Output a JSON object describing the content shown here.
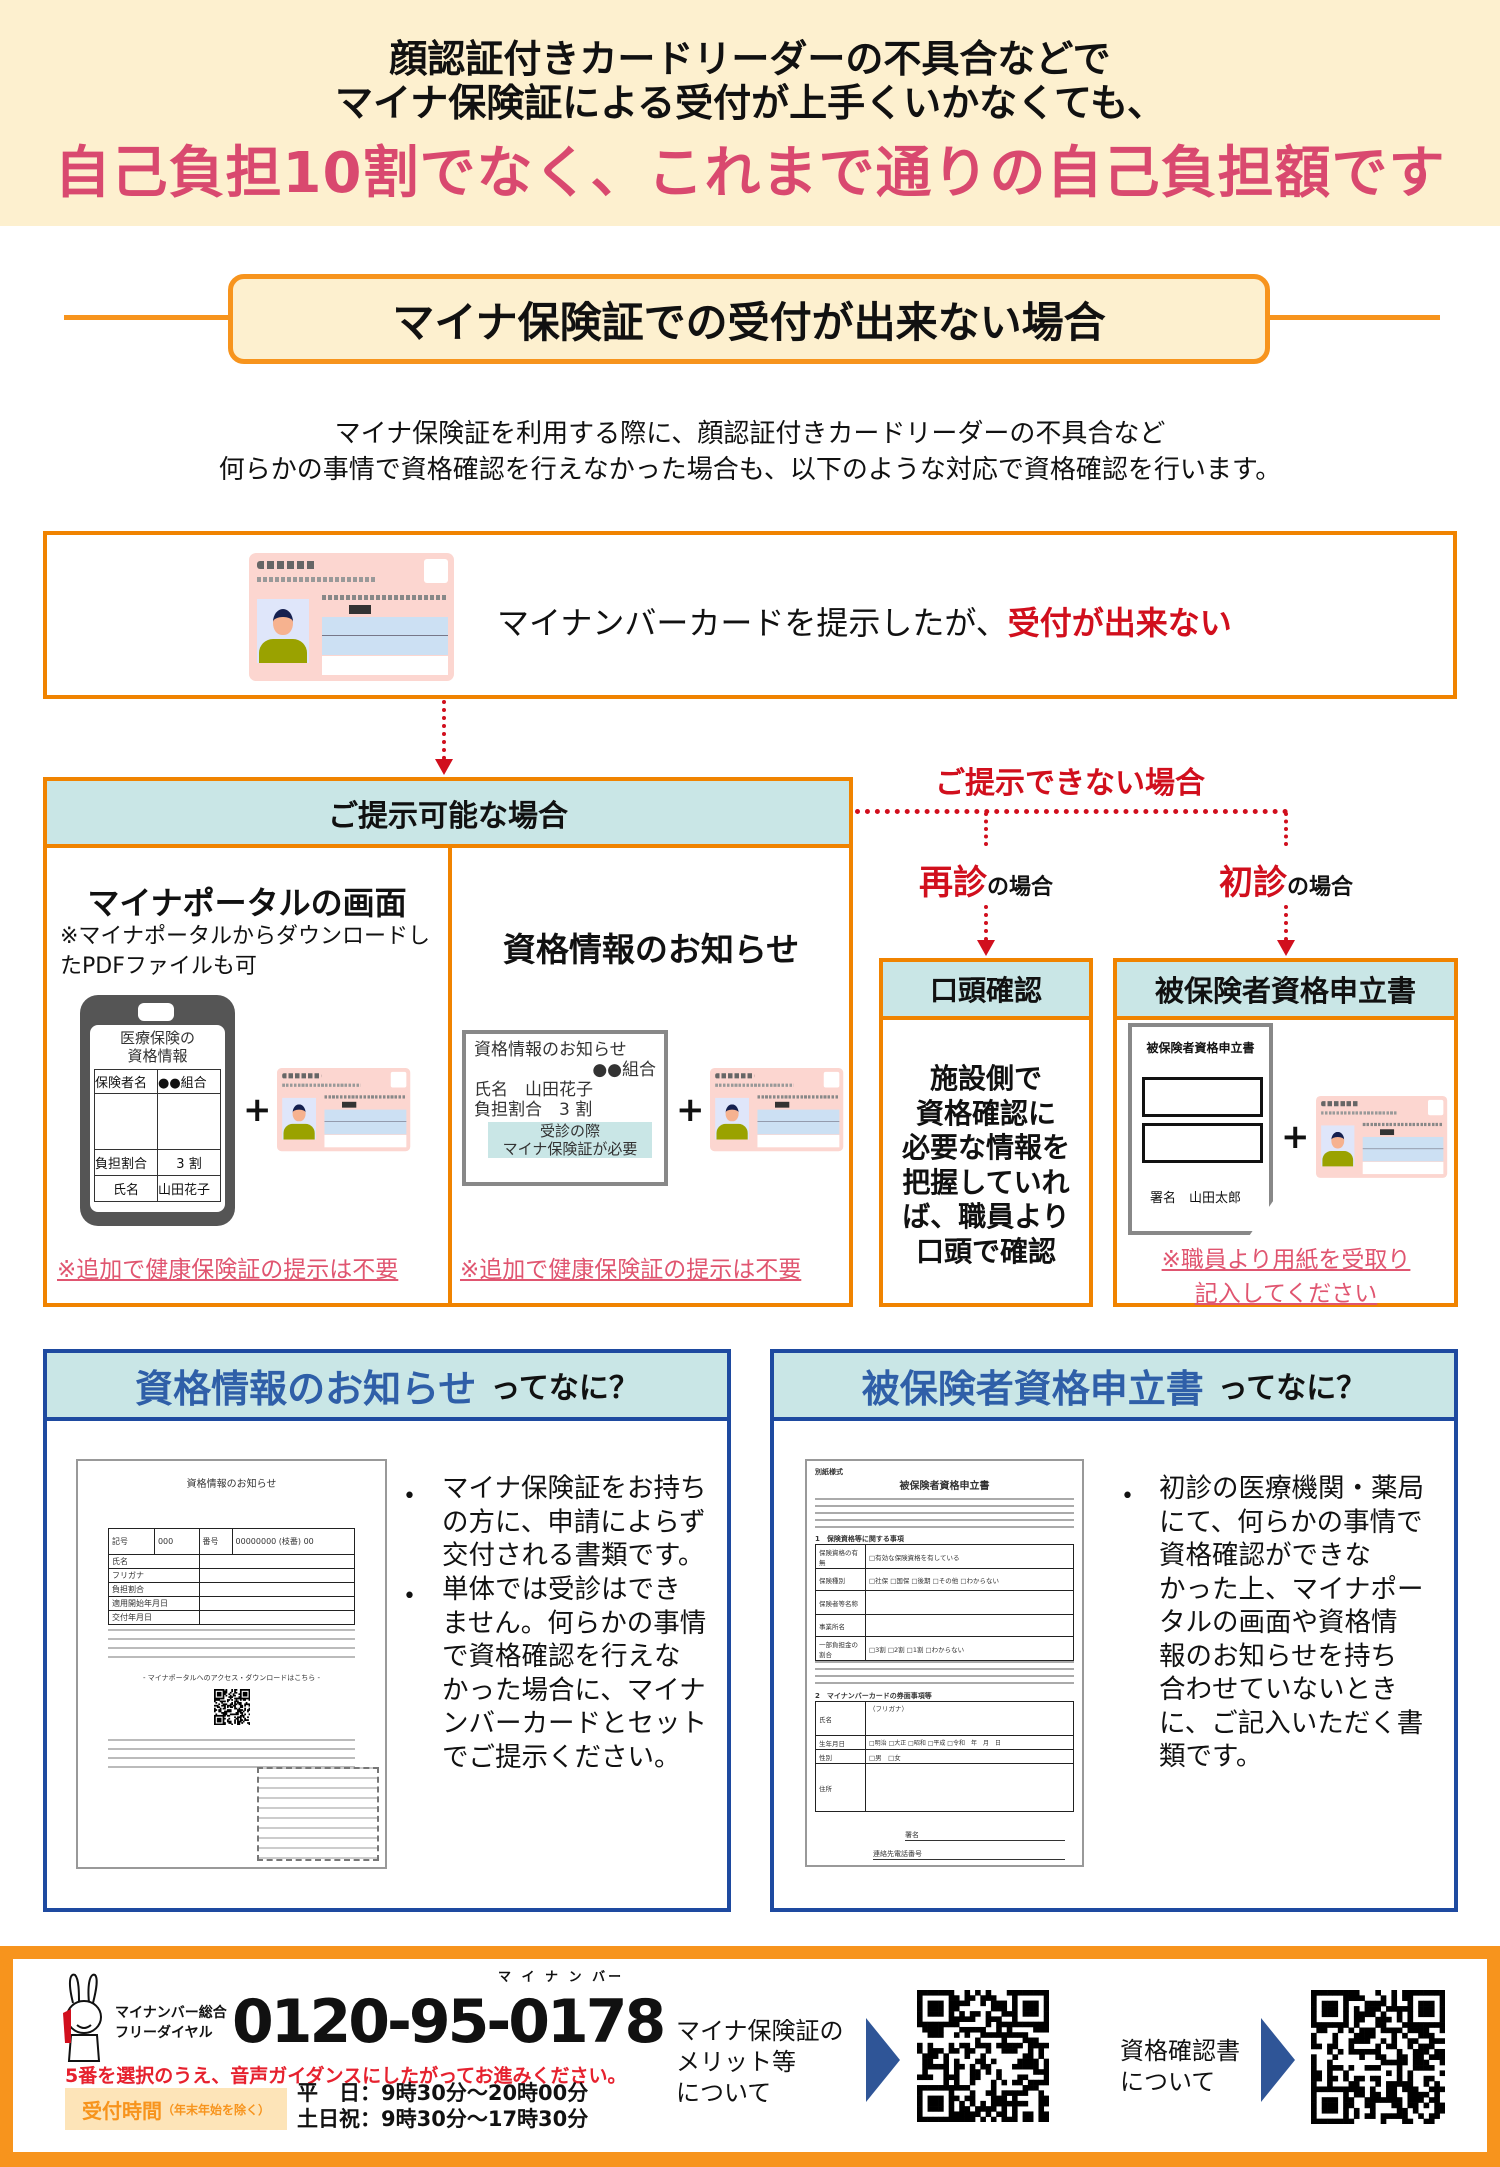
{
  "banner": {
    "line1": "顔認証付きカードリーダーの不具合などで",
    "line2": "マイナ保険証による受付が上手くいかなくても、",
    "line3": "自己負担10割でなく、これまで通りの自己負担額です"
  },
  "section_title": "マイナ保険証での受付が出来ない場合",
  "intro": {
    "line1": "マイナ保険証を利用する際に、顔認証付きカードリーダーの不具合など",
    "line2": "何らかの事情で資格確認を行えなかった場合も、以下のような対応で資格確認を行います。"
  },
  "card_step": {
    "text": "マイナンバーカードを提示したが、",
    "text_red": "受付が出来ない"
  },
  "presentable": {
    "header": "ご提示可能な場合",
    "col1": {
      "title": "マイナポータルの画面",
      "note": "※マイナポータルからダウンロードしたPDFファイルも可",
      "phone_screen": {
        "title": "医療保険の\n資格情報",
        "rows": [
          [
            "保険者名",
            "●●組合"
          ],
          [
            "負担割合",
            "3 割"
          ],
          [
            "氏名",
            "山田花子"
          ]
        ]
      },
      "link": "※追加で健康保険証の提示は不要"
    },
    "col2": {
      "title": "資格情報のお知らせ",
      "doc": {
        "title": "資格情報のお知らせ",
        "insurer": "●●組合",
        "name_label": "氏名",
        "name": "山田花子",
        "ratio_label": "負担割合",
        "ratio": "3 割",
        "note": "受診の際\nマイナ保険証が必要"
      },
      "link": "※追加で健康保険証の提示は不要"
    }
  },
  "not_presentable": {
    "label": "ご提示できない場合",
    "revisit": {
      "strong": "再診",
      "suffix": "の場合"
    },
    "first": {
      "strong": "初診",
      "suffix": "の場合"
    },
    "oral": {
      "header": "口頭確認",
      "body": "施設側で\n資格確認に\n必要な情報を\n把握していれ\nば、職員より\n口頭で確認"
    },
    "declaration": {
      "header": "被保険者資格申立書",
      "doc_title": "被保険者資格申立書",
      "doc_sign": "署名　山田太郎",
      "link1": "※職員より用紙を受取り",
      "link2": "記入してください"
    },
    "plus": "+"
  },
  "whatis_left": {
    "title": "資格情報のお知らせ",
    "suffix": "ってなに？",
    "doc": {
      "title": "資格情報のお知らせ",
      "rows": [
        [
          "記号",
          "000",
          "番号",
          "00000000 (枝番) 00"
        ],
        [
          "氏名",
          "",
          "",
          ""
        ],
        [
          "フリガナ",
          "",
          "",
          ""
        ],
        [
          "負担割合",
          "",
          "",
          ""
        ],
        [
          "適用開始年月日",
          "",
          "",
          ""
        ],
        [
          "交付年月日",
          "",
          "",
          ""
        ]
      ],
      "portal_caption": "- マイナポータルへのアクセス・ダウンロードはこちら -"
    },
    "bullets": [
      "マイナ保険証をお持ち\nの方に、申請によらず\n交付される書類です。",
      "単体では受診はでき\nません。何らかの事情\nで資格確認を行えな\nかった場合に、マイナ\nンバーカードとセット\nでご提示ください。"
    ]
  },
  "whatis_right": {
    "title": "被保険者資格申立書",
    "suffix": "ってなに？",
    "doc": {
      "form_label": "別紙様式",
      "title": "被保険者資格申立書",
      "section1": "1　保険資格等に関する事項",
      "rows1": [
        [
          "保険資格の有無",
          "□有効な保険資格を有している"
        ],
        [
          "保険種別",
          "□社保 □国保 □後期 □その他 □わからない"
        ],
        [
          "保険者等名称",
          ""
        ],
        [
          "事業所名",
          ""
        ],
        [
          "一部負担金の割合",
          "□3割 □2割 □1割 □わからない"
        ]
      ],
      "section2": "2　マイナンバーカードの券面事項等",
      "rows2": [
        [
          "氏名",
          "（フリガナ）"
        ],
        [
          "生年月日",
          "□明治 □大正 □昭和 □平成 □令和　年　月　日"
        ],
        [
          "性別",
          "□男　□女"
        ],
        [
          "住所",
          ""
        ]
      ],
      "sign": "署名",
      "phone": "連絡先電話番号"
    },
    "bullets": [
      "初診の医療機関・薬局\nにて、何らかの事情で\n資格確認ができな\nかった上、マイナポー\nタルの画面や資格情\n報のお知らせを持ち\n合わせていないとき\nに、ご記入いただく書\n類です。"
    ]
  },
  "footer": {
    "dial_label1": "マイナンバー総合",
    "dial_label2": "フリーダイヤル",
    "phone": "0120-95-0178",
    "phone_ruby": "マ イ ナ ン バー",
    "instruction": "5番を選択のうえ、音声ガイダンスにしたがってお進みください。",
    "hours_label": "受付時間",
    "hours_note": "（年末年始を除く）",
    "weekday": "平　日：9時30分～20時00分",
    "weekend": "土日祝：9時30分～17時30分",
    "link1": "マイナ保険証の\nメリット等\nについて",
    "link2": "資格確認書\nについて"
  },
  "colors": {
    "orange": "#f7941d",
    "red": "#d10f1d",
    "pink": "#d9496f",
    "blue": "#1e4aa0",
    "teal": "#c9e6e6",
    "cream": "#fdf0cf"
  }
}
